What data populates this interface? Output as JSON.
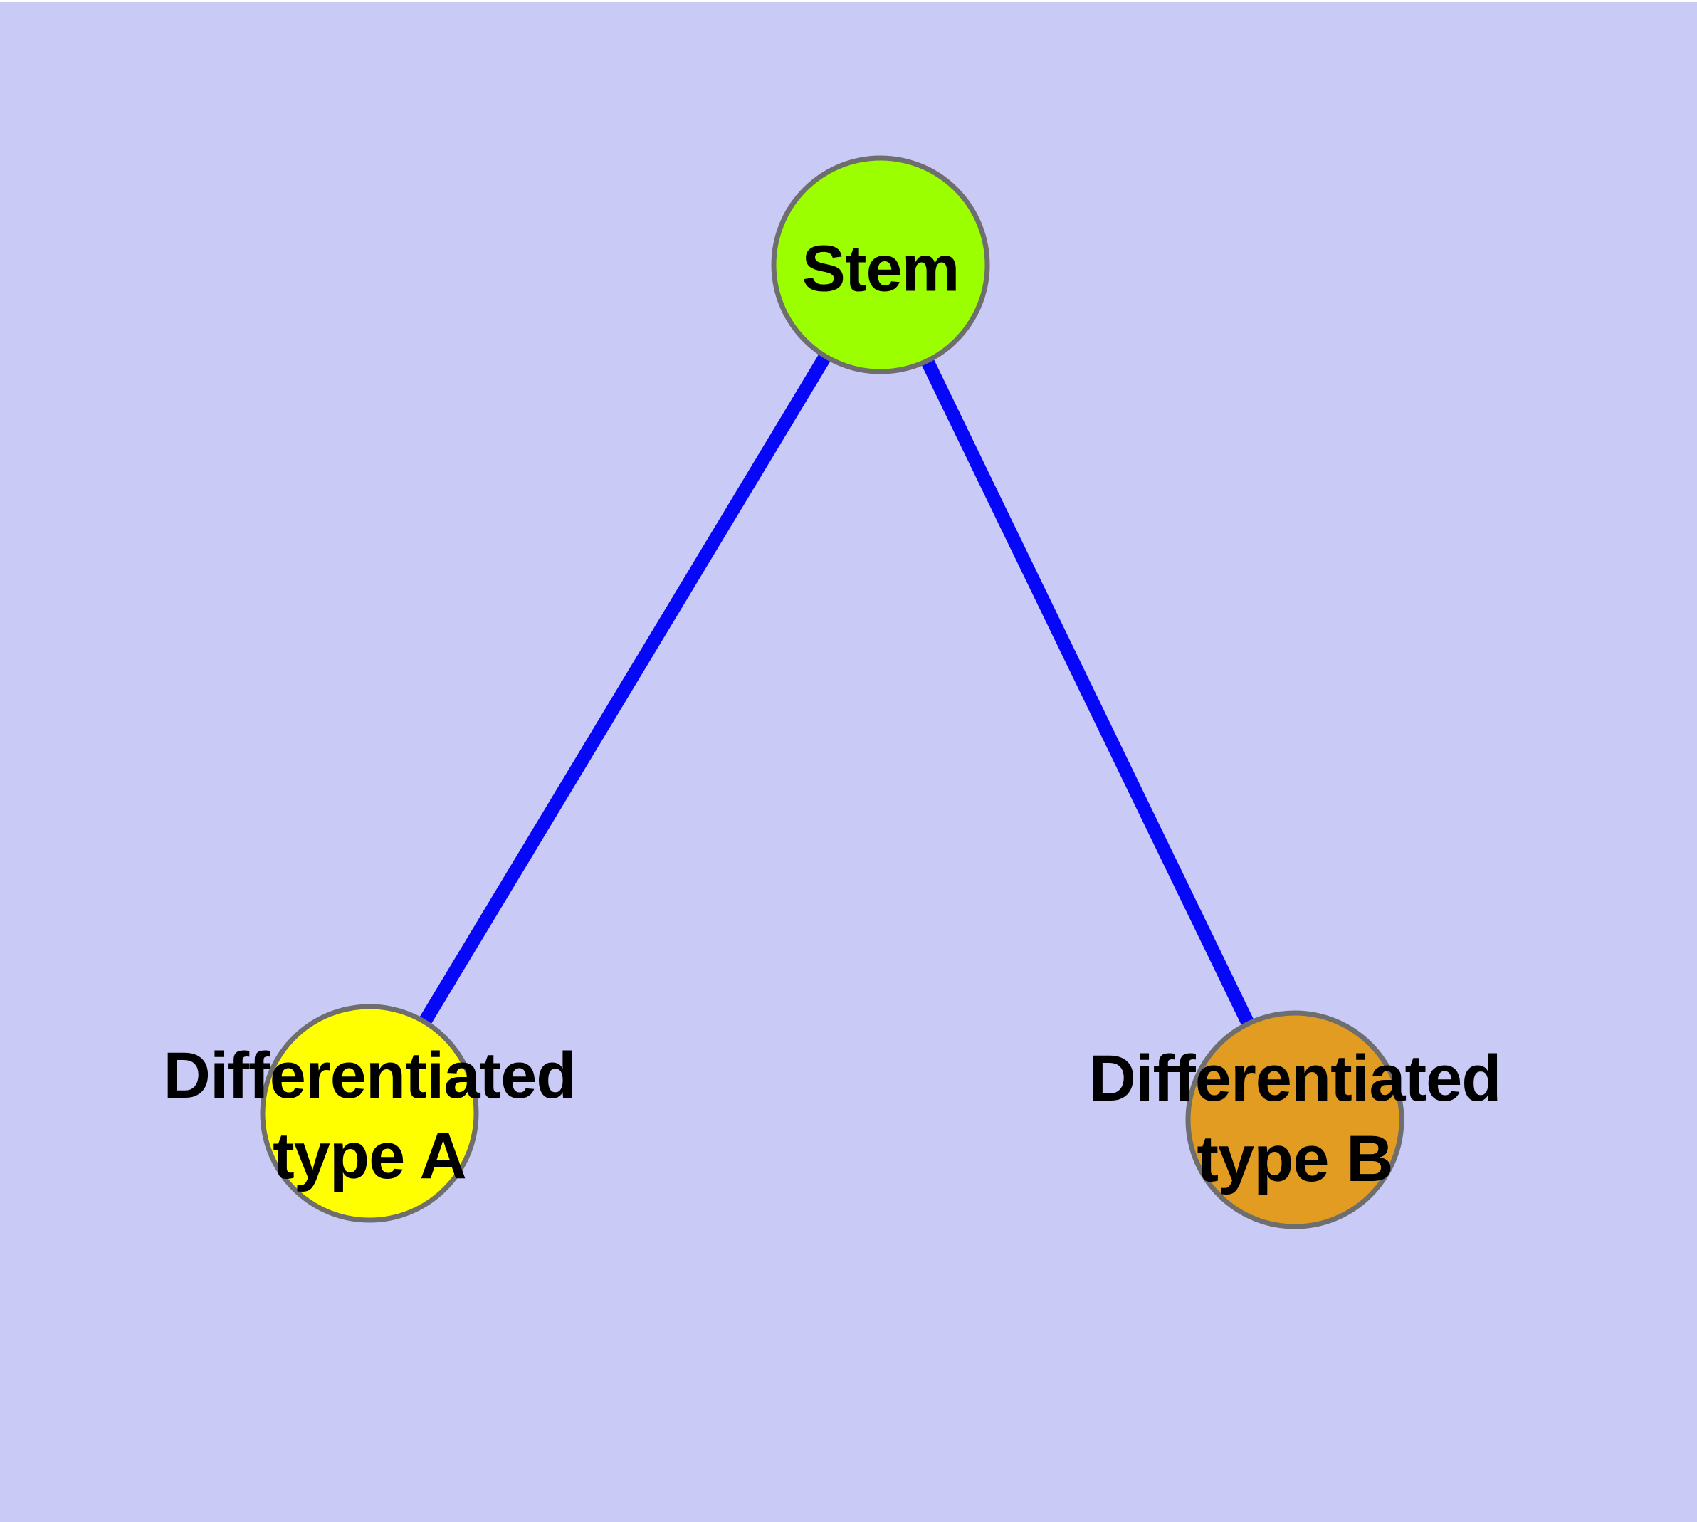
{
  "diagram": {
    "title": "",
    "background_color": "#CACAF7",
    "edge_color": "#0606F8",
    "node_border_color": "#6E6E6E",
    "label_color": "#000000",
    "nodes": [
      {
        "id": "stem",
        "label": "Stem",
        "label_lines": [
          "Stem"
        ],
        "color": "#9BFF00"
      },
      {
        "id": "differentiated-type-a",
        "label": "Differentiated type A",
        "label_lines": [
          "Differentiated",
          "type A"
        ],
        "color": "#FFFF00"
      },
      {
        "id": "differentiated-type-b",
        "label": "Differentiated type B",
        "label_lines": [
          "Differentiated",
          "type B"
        ],
        "color": "#E29C21"
      }
    ],
    "edges": [
      {
        "from": "Stem",
        "to": "Differentiated type A"
      },
      {
        "from": "Stem",
        "to": "Differentiated type B"
      }
    ]
  }
}
